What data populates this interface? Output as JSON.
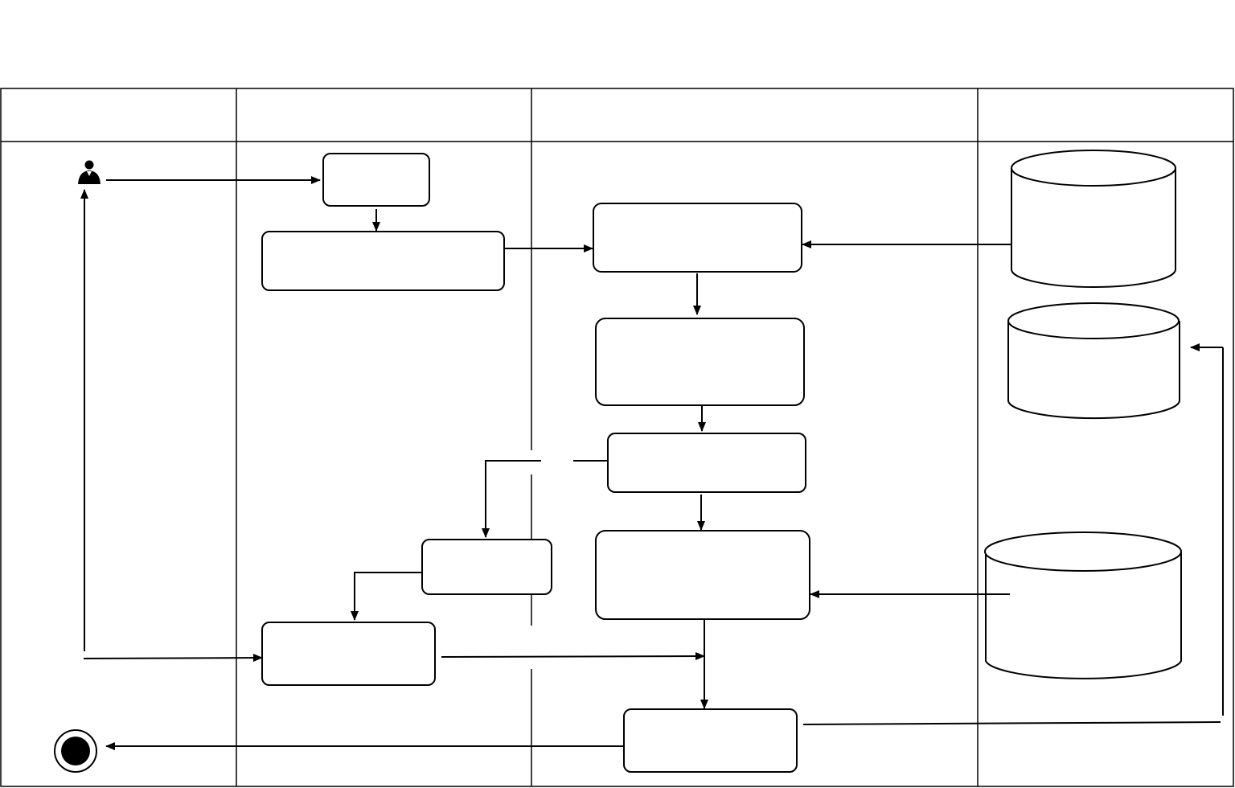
{
  "diagram": {
    "lanes": [
      {
        "id": "lane-1",
        "title": ""
      },
      {
        "id": "lane-2",
        "title": ""
      },
      {
        "id": "lane-3",
        "title": ""
      },
      {
        "id": "lane-4",
        "title": ""
      }
    ],
    "nodes": [
      {
        "id": "node-a",
        "label": ""
      },
      {
        "id": "node-b",
        "label": ""
      },
      {
        "id": "node-c",
        "label": ""
      },
      {
        "id": "node-d",
        "label": ""
      },
      {
        "id": "node-e",
        "label": ""
      },
      {
        "id": "node-f",
        "label": ""
      },
      {
        "id": "node-g",
        "label": ""
      },
      {
        "id": "node-h",
        "label": ""
      },
      {
        "id": "node-i",
        "label": ""
      }
    ],
    "stores": [
      {
        "id": "store-1",
        "label": ""
      },
      {
        "id": "store-2",
        "label": ""
      },
      {
        "id": "store-3",
        "label": ""
      }
    ],
    "start_icon": "user-icon",
    "end_icon": "final-state-icon",
    "colors": {
      "stroke": "#000000",
      "fill": "#ffffff"
    }
  }
}
